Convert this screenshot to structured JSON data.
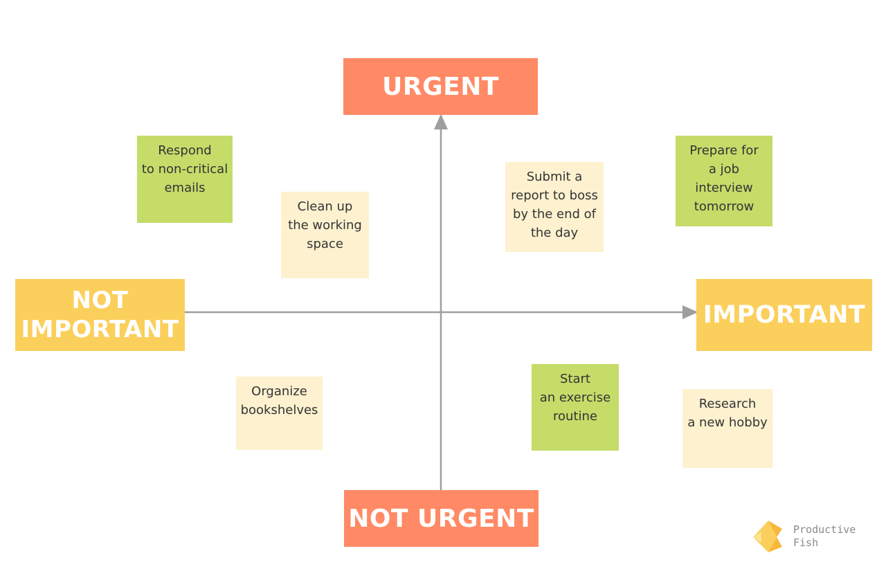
{
  "axes": {
    "top": "URGENT",
    "bottom": "NOT URGENT",
    "left": "NOT\nIMPORTANT",
    "right": "IMPORTANT"
  },
  "notes": {
    "respond_emails": "Respond\nto non-critical\nemails",
    "clean_up": "Clean up\nthe working\nspace",
    "submit_report": "Submit a\nreport to boss\nby the end of\nthe day",
    "prepare_interview": "Prepare for\na job\ninterview\ntomorrow",
    "organize_bookshelves": "Organize\nbookshelves",
    "start_exercise": "Start\nan exercise\nroutine",
    "research_hobby": "Research\na new hobby"
  },
  "logo": {
    "text": "Productive\nFish"
  },
  "colors": {
    "urgent_box": "#ff8a65",
    "importance_box": "#fbcf5b",
    "green_note": "#c5dc69",
    "cream_note": "#fdf1cf",
    "axis_line": "#9e9e9e"
  }
}
